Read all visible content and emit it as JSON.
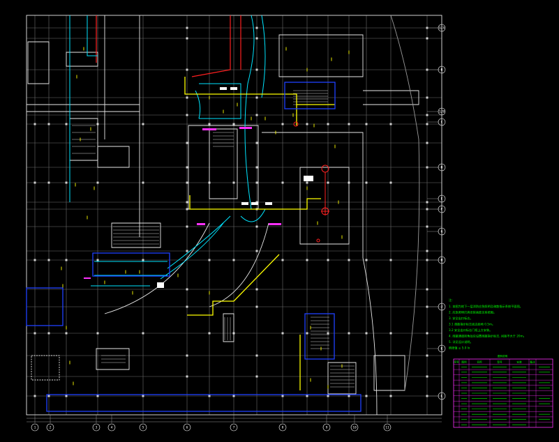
{
  "drawing": {
    "colors": {
      "background": "#000000",
      "grid": "#7f7f7f",
      "walls": "#ffffff",
      "yellow_route": "#ffff00",
      "cyan_route": "#00ffff",
      "blue_zone": "#0000ff",
      "red_equipment": "#ff0000",
      "magenta": "#ff00ff",
      "green_text": "#00ff00"
    },
    "right_axis_labels": [
      "1/A",
      "B",
      "1/B",
      "C",
      "D",
      "E",
      "F",
      "G",
      "H",
      "J",
      "K",
      "L"
    ],
    "bottom_axis_labels": [
      "1",
      "2",
      "3",
      "4",
      "5",
      "6",
      "7",
      "8",
      "9",
      "10",
      "11"
    ],
    "notes": {
      "heading": "注:",
      "lines": [
        "1. 本图为地下一层消防应急照明及疏散指示系统平面图。",
        "2. 应急照明灯具安装高度见系统图。",
        "3. 安全出口标志。",
        "3.1 疏散指示标志底边距地 0.5m。",
        "3.2 安全出口标志门框上方安装。",
        "4. 疏散通道转角处应设置疏散指示标志, 间距不大于 20m。",
        "5. 详见设计说明。",
        "照度值 ≥ 5.0 lx"
      ]
    },
    "legend": {
      "title": "图例说明",
      "headers": [
        "序号",
        "图例",
        "名称",
        "型号",
        "安装",
        "备注"
      ],
      "row_count": 12
    }
  }
}
